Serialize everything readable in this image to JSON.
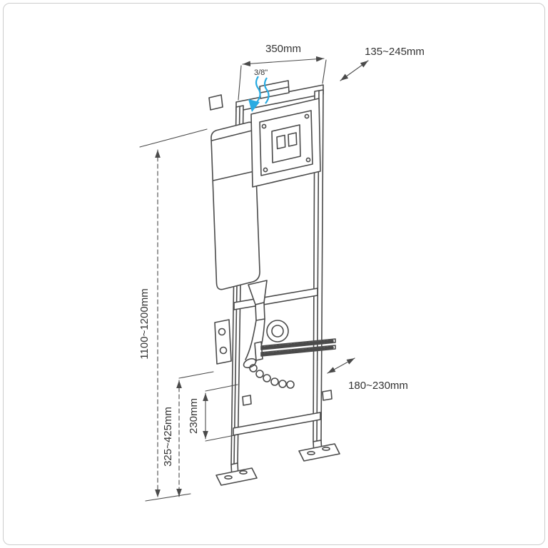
{
  "diagram": {
    "line_color": "#4a4a4a",
    "water_color": "#29abe2",
    "text_color": "#333333",
    "labels": {
      "width_top": "350mm",
      "depth_adjust": "135~245mm",
      "inlet_thread": "3/8\"",
      "frame_height": "1100~1200mm",
      "fixing_height": "325~425mm",
      "outlet_height": "230mm",
      "rod_length": "180~230mm"
    }
  }
}
